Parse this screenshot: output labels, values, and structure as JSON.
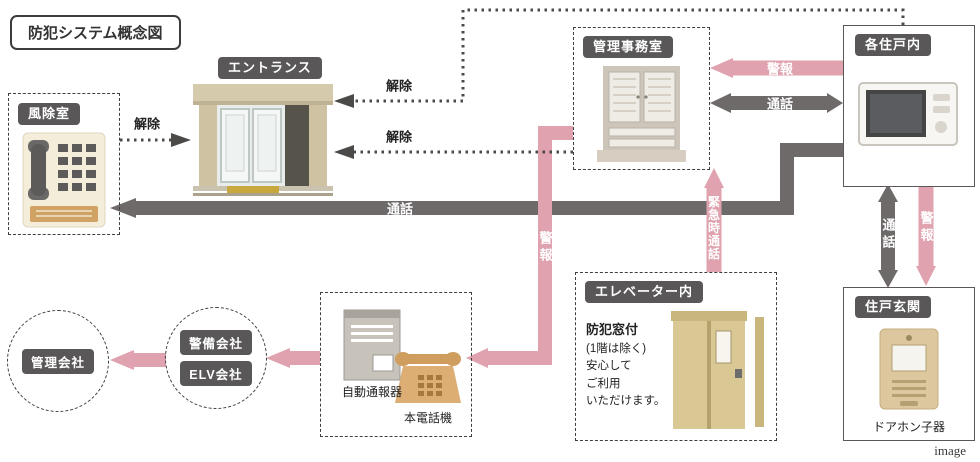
{
  "title": "防犯システム概念図",
  "watermark": "image",
  "colors": {
    "alarm_pink": "#dfa2ae",
    "call_gray": "#6e6a6a",
    "label_bg": "#595757"
  },
  "nodes": {
    "windbreak_room": {
      "label": "風除室"
    },
    "entrance": {
      "label": "エントランス"
    },
    "management_office": {
      "label": "管理事務室"
    },
    "residence_interior": {
      "label": "各住戸内"
    },
    "elevator": {
      "label": "エレベーター内",
      "note_title": "防犯窓付",
      "note_line1": "(1階は除く)",
      "note_line2": "安心して",
      "note_line3": "ご利用",
      "note_line4": "いただけます。"
    },
    "residence_entrance": {
      "label": "住戸玄関",
      "device_label": "ドアホン子器"
    },
    "auto_dialer": {
      "label": "自動通報器"
    },
    "main_phone": {
      "label": "本電話機"
    },
    "security_company": {
      "label_line1": "警備会社",
      "label_line2": "ELV会社"
    },
    "management_company": {
      "label": "管理会社"
    }
  },
  "arrows": {
    "release_label": "解除",
    "call_label": "通話",
    "alarm_label": "警報",
    "emergency_call_label": "緊急時通話"
  }
}
